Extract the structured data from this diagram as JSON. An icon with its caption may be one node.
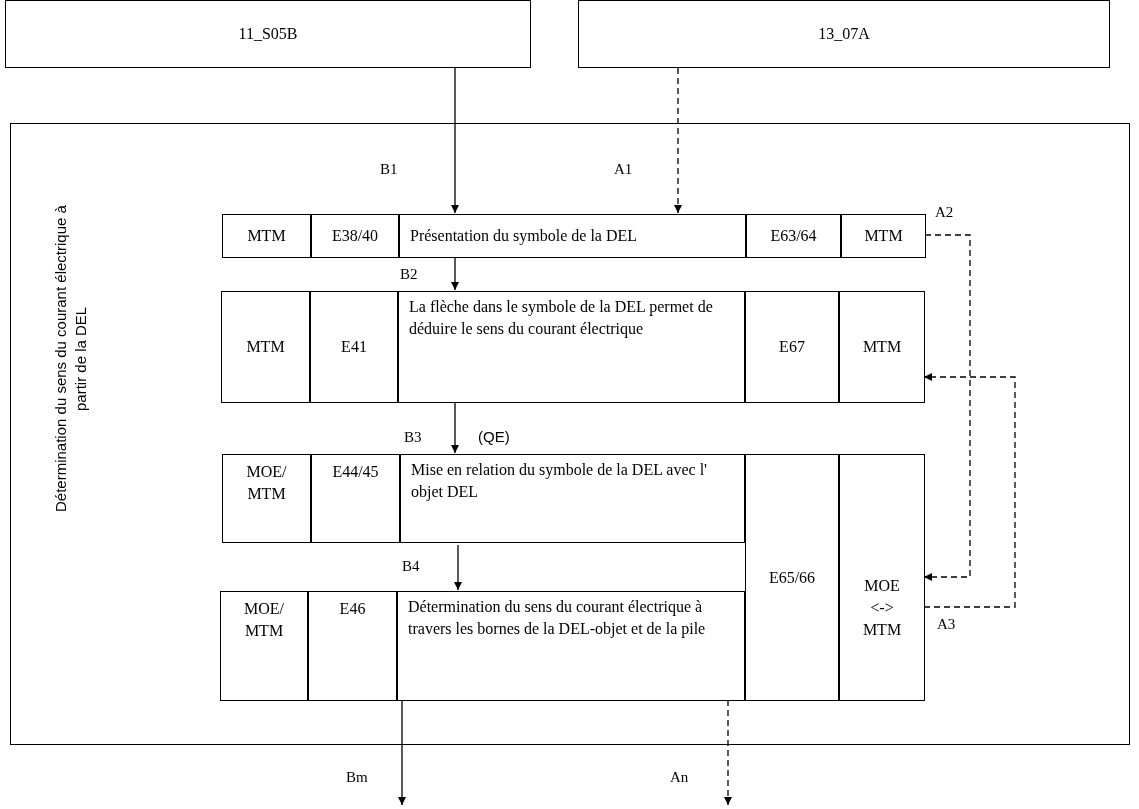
{
  "diagram": {
    "nodes": [
      {
        "text": [
          "11_S05B"
        ]
      },
      {
        "text": [
          "13_07A"
        ]
      },
      {
        "text": [
          "Détermination du sens du courant électrique à partir de la DEL"
        ]
      },
      {
        "text": [
          "MTM"
        ],
        "in": 2
      },
      {
        "text": [
          "E38/40"
        ],
        "in": 2
      },
      {
        "text": [
          "Présentation du symbole de la DEL"
        ],
        "in": 2
      },
      {
        "text": [
          "E63/64"
        ],
        "in": 2
      },
      {
        "text": [
          "MTM"
        ],
        "in": 2
      },
      {
        "text": [
          "MTM"
        ],
        "in": 2
      },
      {
        "text": [
          "E41"
        ],
        "in": 2
      },
      {
        "text": [
          "La flèche dans le symbole de la DEL permet de déduire le sens du courant électrique"
        ],
        "in": 2
      },
      {
        "text": [
          "E67"
        ],
        "in": 2
      },
      {
        "text": [
          "MTM"
        ],
        "in": 2
      },
      {
        "text": [
          "MOE/ MTM"
        ],
        "in": 2
      },
      {
        "text": [
          "E44/45"
        ],
        "in": 2
      },
      {
        "text": [
          "Mise en relation du symbole de la DEL avec l' objet DEL"
        ],
        "in": 2
      },
      {
        "text": [
          "MOE/ MTM"
        ],
        "in": 2
      },
      {
        "text": [
          "E46"
        ],
        "in": 2
      },
      {
        "text": [
          "Détermination du sens du courant électrique à travers les bornes de la DEL-objet et de la pile"
        ],
        "in": 2
      },
      {
        "text": [
          "E65/66"
        ],
        "in": 2
      },
      {
        "text": [
          "MOE <-> MTM"
        ],
        "in": 2
      }
    ],
    "edges": [
      {
        "from": 0,
        "to": 5,
        "arrow": "to",
        "label": "B1"
      },
      {
        "from": 1,
        "to": 5,
        "arrow": "to",
        "label": "A1",
        "style": "dashed"
      },
      {
        "from": 5,
        "to": 10,
        "arrow": "to",
        "label": "B2"
      },
      {
        "from": 10,
        "to": 15,
        "arrow": "to",
        "label": "B3"
      },
      {
        "from": 15,
        "to": 18,
        "arrow": "to",
        "label": "B4"
      },
      {
        "from": 7,
        "to": 20,
        "arrow": "to",
        "label": "A2",
        "style": "dashed"
      },
      {
        "from": 20,
        "to": 12,
        "arrow": "to",
        "label": "A3",
        "style": "dashed"
      },
      {
        "from": 18,
        "to": null,
        "arrow": "to",
        "label": "Bm"
      },
      {
        "from": 18,
        "to": null,
        "arrow": "to",
        "label": "An",
        "style": "dashed"
      }
    ],
    "labels": [
      "(QE)"
    ]
  }
}
